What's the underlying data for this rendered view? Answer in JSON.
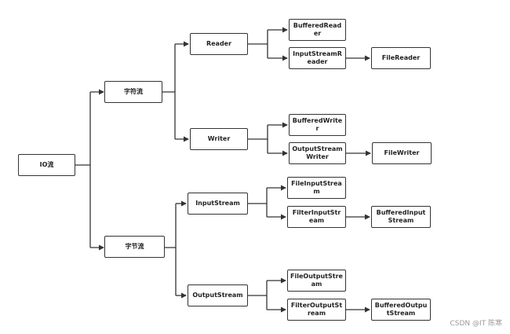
{
  "nodes": {
    "io": "IO流",
    "char_stream": "字符流",
    "byte_stream": "字节流",
    "reader": "Reader",
    "writer": "Writer",
    "inputstream": "InputStream",
    "outputstream": "OutputStream",
    "bufferedreader": "BufferedReader",
    "inputstreamreader": "InputStreamReader",
    "filereader": "FileReader",
    "bufferedwriter": "BufferedWriter",
    "outputstreamwriter": "OutputStream Writer",
    "filewriter": "FileWriter",
    "fileinputstream": "FileInputStream",
    "filterinputstream": "FilterInputStream",
    "bufferedinputstream": "BufferedInputStream",
    "fileoutputstream": "FileOutputStream",
    "filteroutputstream": "FilterOutputStream",
    "bufferedoutputstream": "BufferedOutputStream"
  },
  "watermark": "CSDN @IT 陈寒"
}
